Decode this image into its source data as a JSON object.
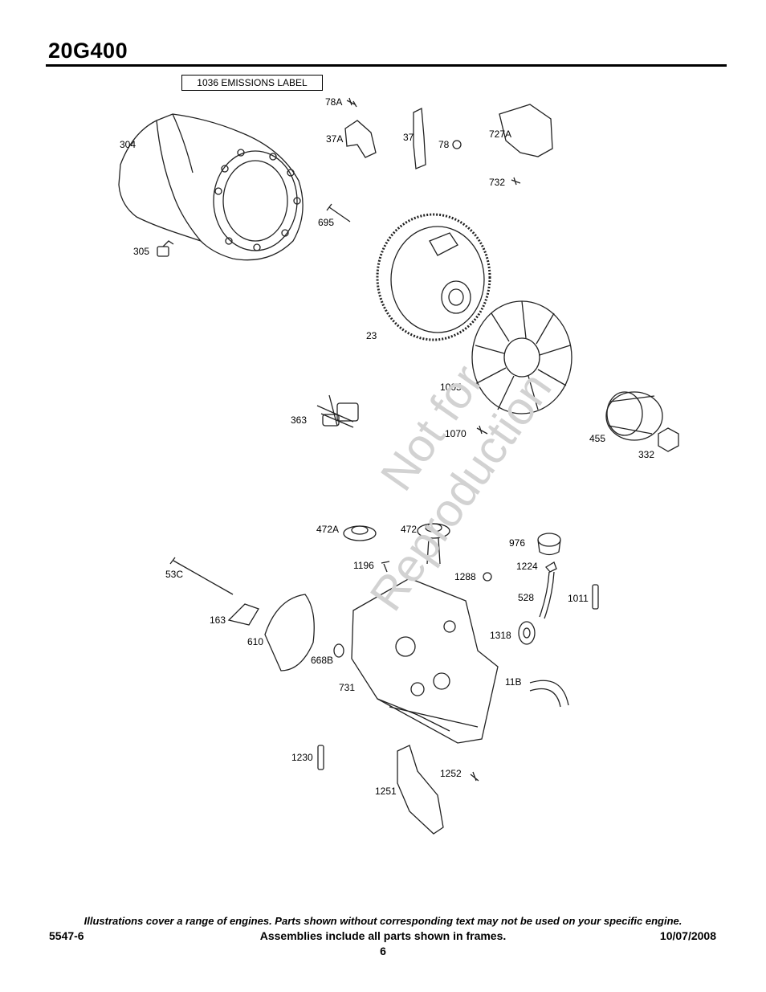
{
  "header": {
    "model": "20G400"
  },
  "frame_label": "1036 EMISSIONS LABEL",
  "watermark": {
    "line1": "Not for",
    "line2": "Reproduction"
  },
  "callouts": {
    "c78A": "78A",
    "c37A": "37A",
    "c37": "37",
    "c78": "78",
    "c727A": "727A",
    "c732": "732",
    "c304": "304",
    "c305": "305",
    "c695": "695",
    "c23": "23",
    "c1005": "1005",
    "c363": "363",
    "c1070": "1070",
    "c455": "455",
    "c332": "332",
    "c472A": "472A",
    "c472": "472",
    "c976": "976",
    "c1224": "1224",
    "c53C": "53C",
    "c1196": "1196",
    "c1288": "1288",
    "c528": "528",
    "c1011": "1011",
    "c163": "163",
    "c610": "610",
    "c1318": "1318",
    "c668B": "668B",
    "c731": "731",
    "c11B": "11B",
    "c1230": "1230",
    "c1252": "1252",
    "c1251": "1251"
  },
  "footer": {
    "note": "Illustrations cover a range of engines. Parts shown without corresponding text may not be used on your specific engine.",
    "doc_number": "5547-6",
    "assemblies_note": "Assemblies include all parts shown in frames.",
    "date": "10/07/2008",
    "page": "6"
  }
}
